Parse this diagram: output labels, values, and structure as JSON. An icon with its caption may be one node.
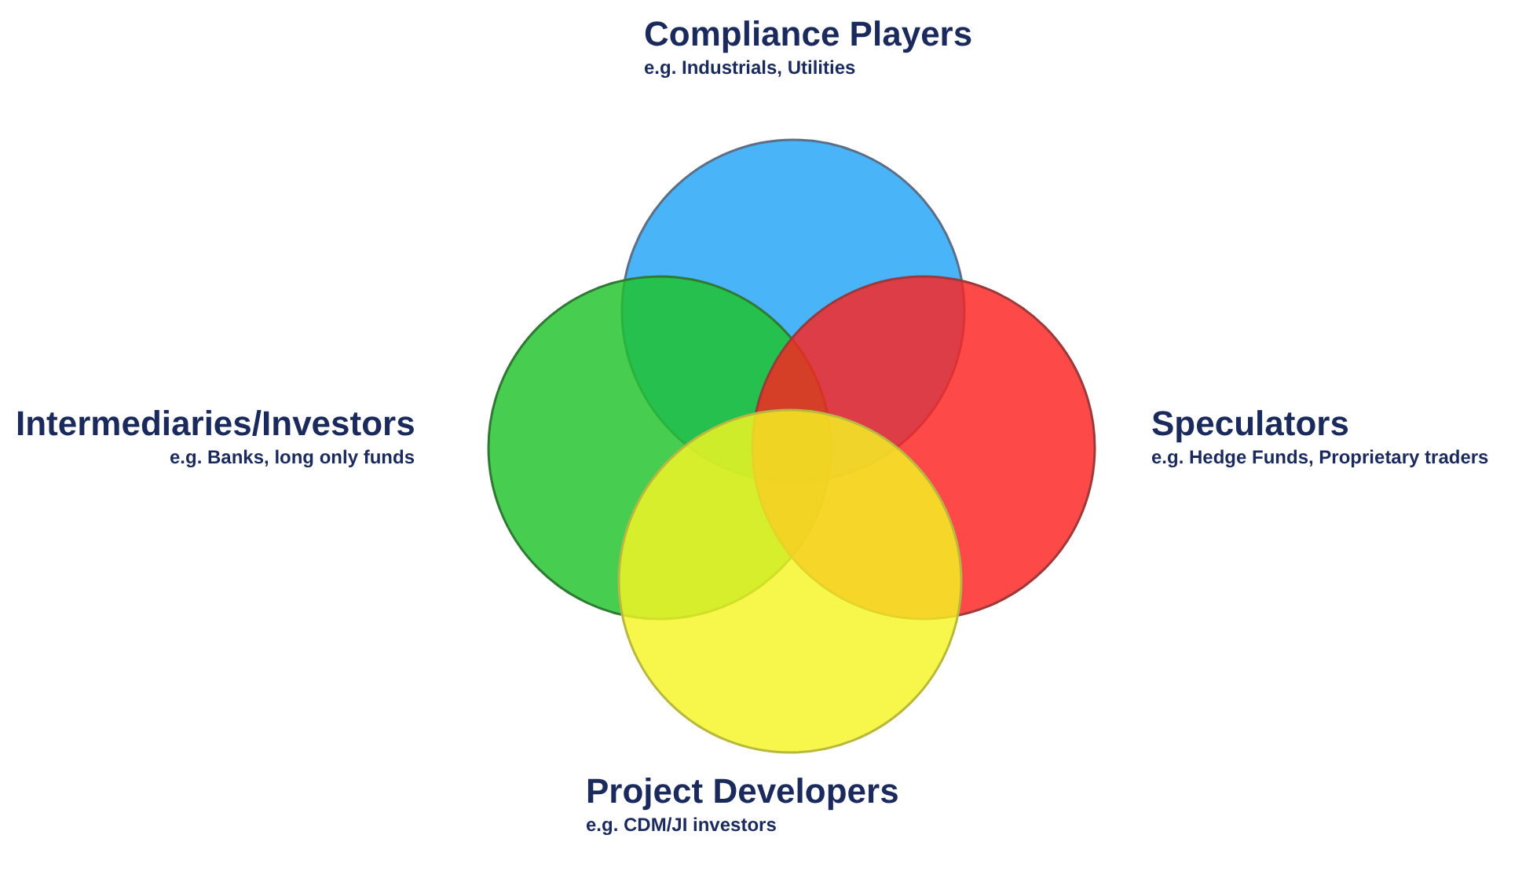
{
  "diagram": {
    "nodes": [
      {
        "text": [
          "Compliance Players",
          "e.g. Industrials, Utilities"
        ]
      },
      {
        "text": [
          "Intermediaries/Investors",
          "e.g. Banks, long only funds"
        ]
      },
      {
        "text": [
          "Speculators",
          "e.g. Hedge Funds, Proprietary traders"
        ]
      },
      {
        "text": [
          "Project Developers",
          "e.g. CDM/JI investors"
        ]
      }
    ]
  }
}
